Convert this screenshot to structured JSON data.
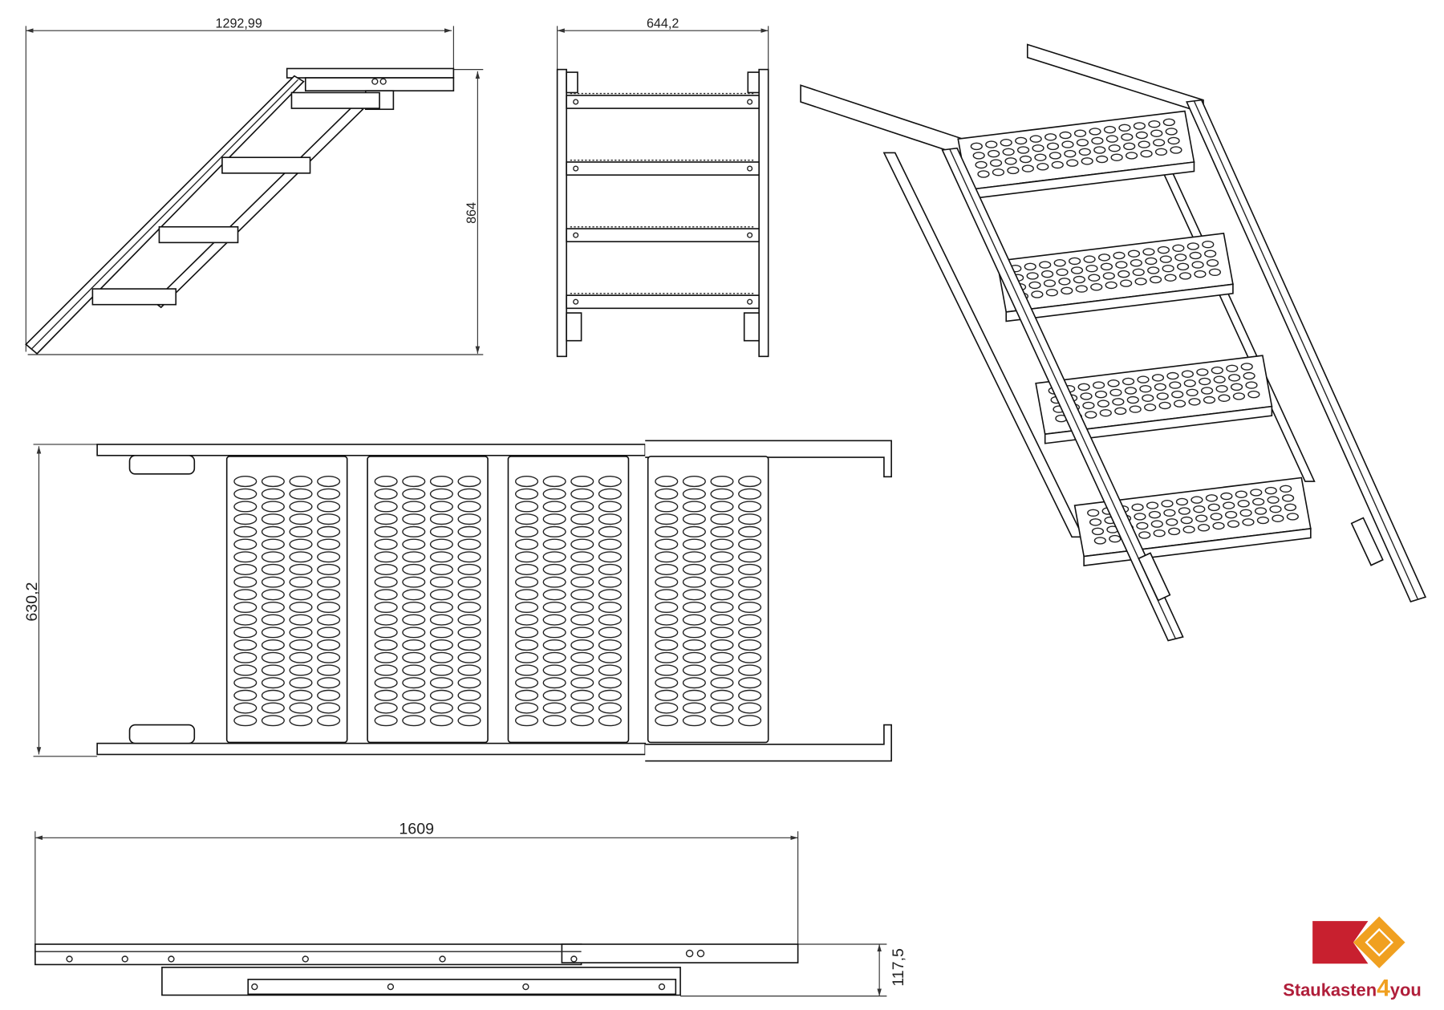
{
  "dimensions": {
    "side_width": "1292,99",
    "side_height": "864",
    "front_width": "644,2",
    "top_depth": "630,2",
    "bottom_length": "1609",
    "bottom_height": "117,5"
  },
  "views": {
    "step_count": 4,
    "perforation_columns": 4,
    "perforation_rows": 20
  },
  "logo": {
    "text_main": "Staukasten",
    "text_number": "4",
    "text_suffix": "you",
    "colors": {
      "red": "#c8202f",
      "orange": "#f0a020",
      "text_red": "#b01e3a"
    }
  }
}
